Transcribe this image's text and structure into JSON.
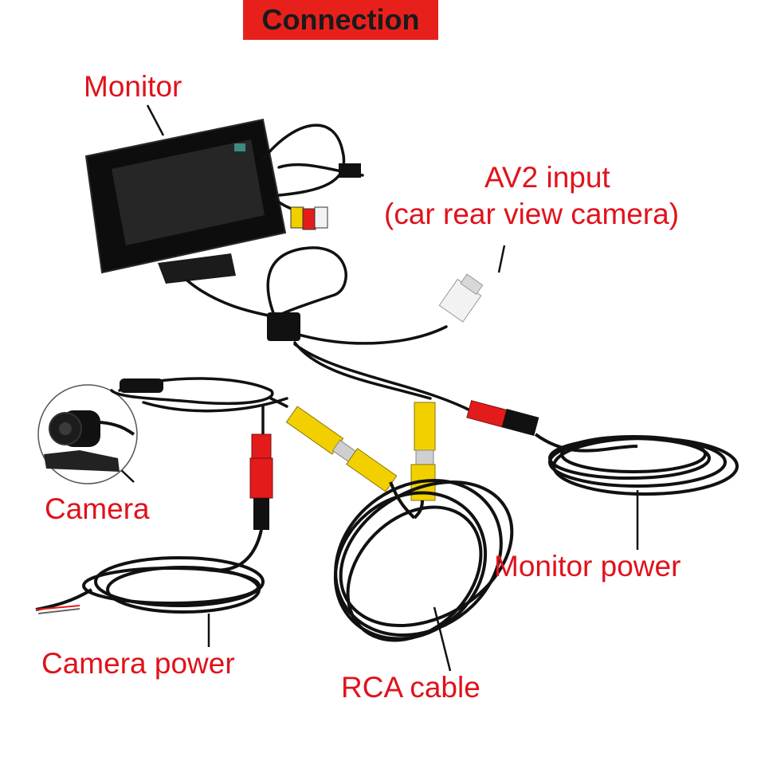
{
  "title": "Connection",
  "labels": {
    "monitor": "Monitor",
    "av2_line1": "AV2 input",
    "av2_line2": "(car rear view camera)",
    "camera": "Camera",
    "monitor_power": "Monitor power",
    "camera_power": "Camera power",
    "rca_cable": "RCA cable"
  },
  "colors": {
    "label_red": "#e0121b",
    "title_bg": "#e8201c",
    "cable_black": "#111111",
    "rca_yellow": "#f2d000",
    "power_red": "#e41b1b",
    "plug_white": "#f2f2f2"
  }
}
